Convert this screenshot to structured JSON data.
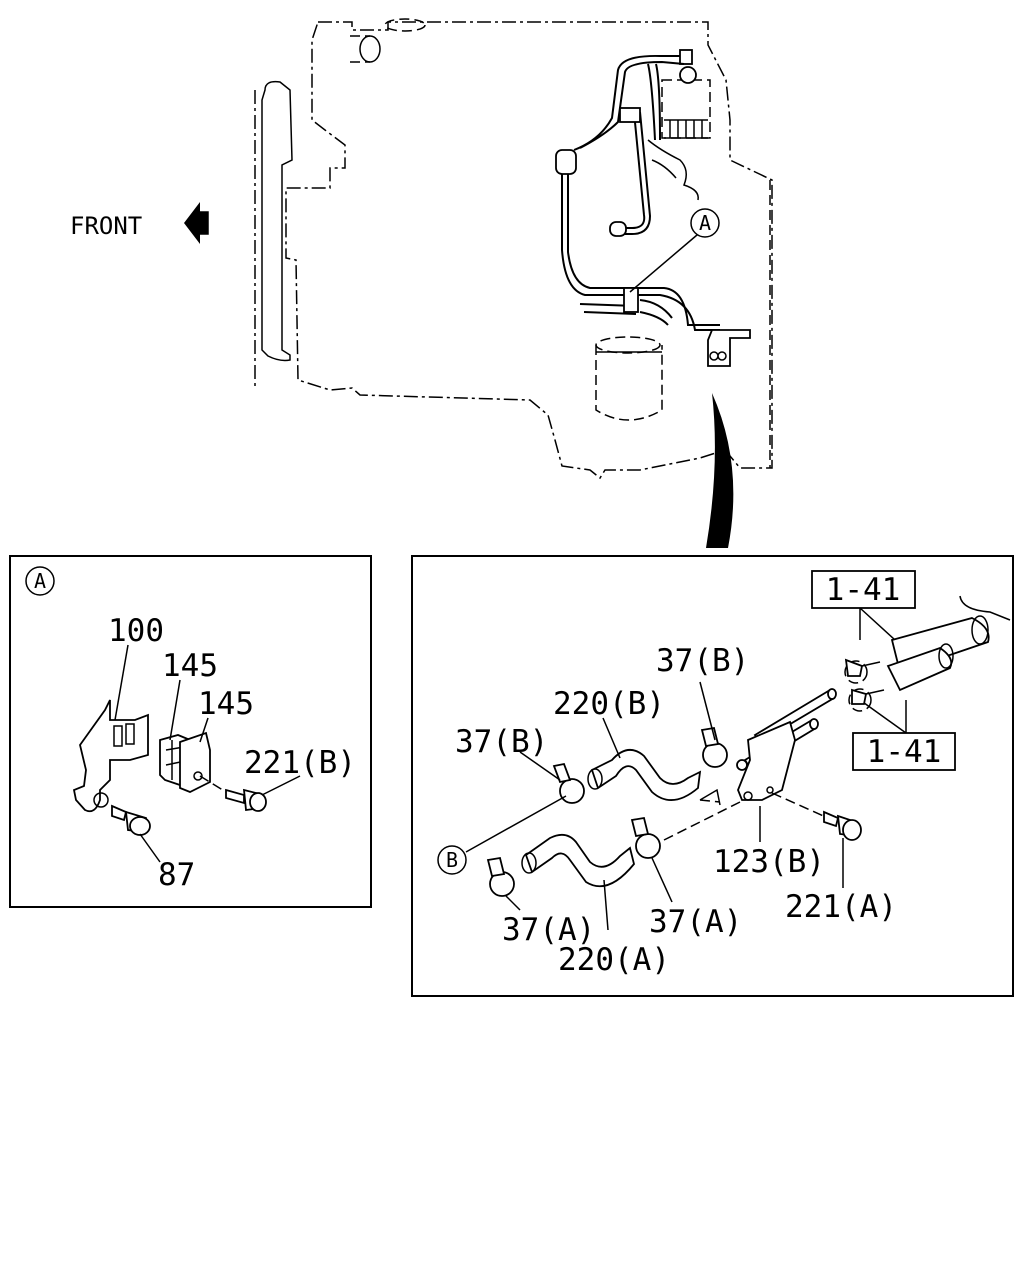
{
  "main_view": {
    "front_label": "FRONT",
    "callout_a": "A"
  },
  "detail_a": {
    "badge": "A",
    "labels": {
      "p100": "100",
      "p145_top": "145",
      "p145_bottom": "145",
      "p221b": "221(B)",
      "p87": "87"
    }
  },
  "detail_b": {
    "ref_top": "1-41",
    "ref_bottom": "1-41",
    "badge_b": "B",
    "labels": {
      "p37b_right": "37(B)",
      "p220b": "220(B)",
      "p37b_left": "37(B)",
      "p123b": "123(B)",
      "p221a": "221(A)",
      "p37a_mid": "37(A)",
      "p37a_left": "37(A)",
      "p220a": "220(A)"
    }
  },
  "icons": {
    "front_arrow": "arrow-left-icon"
  }
}
